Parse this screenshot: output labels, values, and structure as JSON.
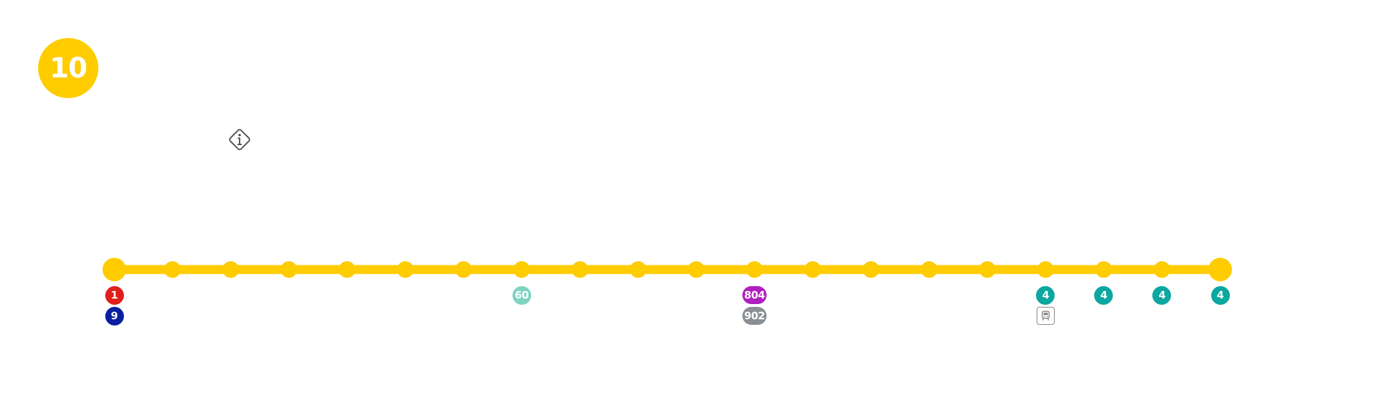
{
  "line": {
    "number": "10",
    "color": "#FFCC00"
  },
  "icons": {
    "info": "info-diamond-icon",
    "train": "train-icon"
  },
  "stops_count": 20,
  "connections": [
    {
      "stop": 1,
      "label": "1",
      "color": "#E0201C",
      "shape": "round"
    },
    {
      "stop": 1,
      "label": "9",
      "color": "#0A1FA0",
      "shape": "round"
    },
    {
      "stop": 8,
      "label": "60",
      "color": "#7ED3C2",
      "shape": "round"
    },
    {
      "stop": 12,
      "label": "804",
      "color": "#B11FC0",
      "shape": "wide"
    },
    {
      "stop": 12,
      "label": "902",
      "color": "#8A9095",
      "shape": "wide"
    },
    {
      "stop": 17,
      "label": "4",
      "color": "#0BA7A0",
      "shape": "round"
    },
    {
      "stop": 17,
      "label": "",
      "color": "#888888",
      "shape": "train"
    },
    {
      "stop": 18,
      "label": "4",
      "color": "#0BA7A0",
      "shape": "round"
    },
    {
      "stop": 19,
      "label": "4",
      "color": "#0BA7A0",
      "shape": "round"
    },
    {
      "stop": 20,
      "label": "4",
      "color": "#0BA7A0",
      "shape": "round"
    }
  ]
}
